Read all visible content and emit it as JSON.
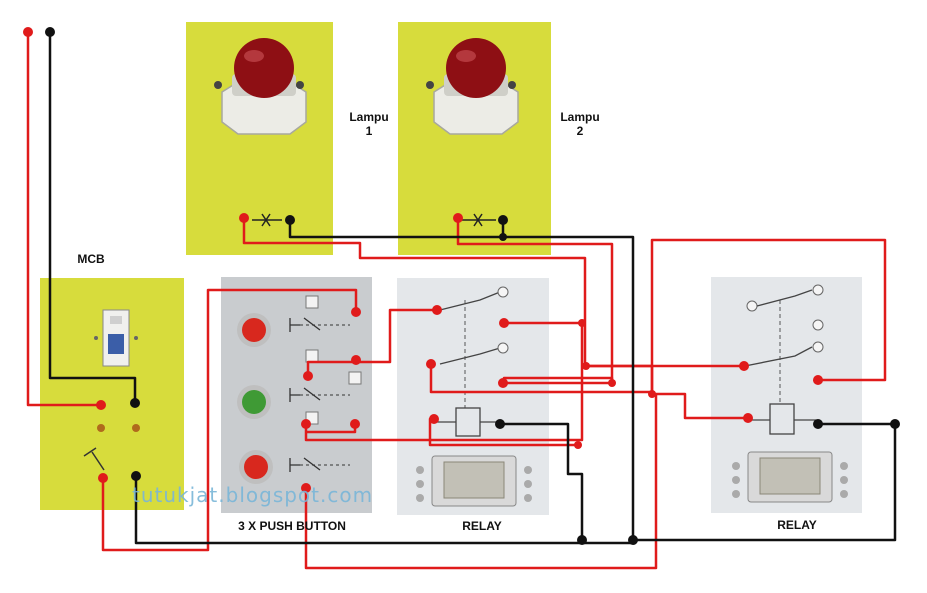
{
  "labels": {
    "lamp1_line1": "Lampu",
    "lamp1_line2": "1",
    "lamp2_line1": "Lampu",
    "lamp2_line2": "2",
    "mcb": "MCB",
    "push_button": "3 X PUSH BUTTON",
    "relay1": "RELAY",
    "relay2": "RELAY"
  },
  "watermark": "tutukjat.blogspot.com",
  "colors": {
    "live_wire": "#e01b1b",
    "neutral_wire": "#111111",
    "panel_yellow": "#d7dc3c",
    "panel_grey": "#e4e7ea",
    "push_button_panel": "#c9cccf",
    "button_red": "#d8281e",
    "button_green": "#3f9a35",
    "lamp_red": "#8e0f14"
  }
}
